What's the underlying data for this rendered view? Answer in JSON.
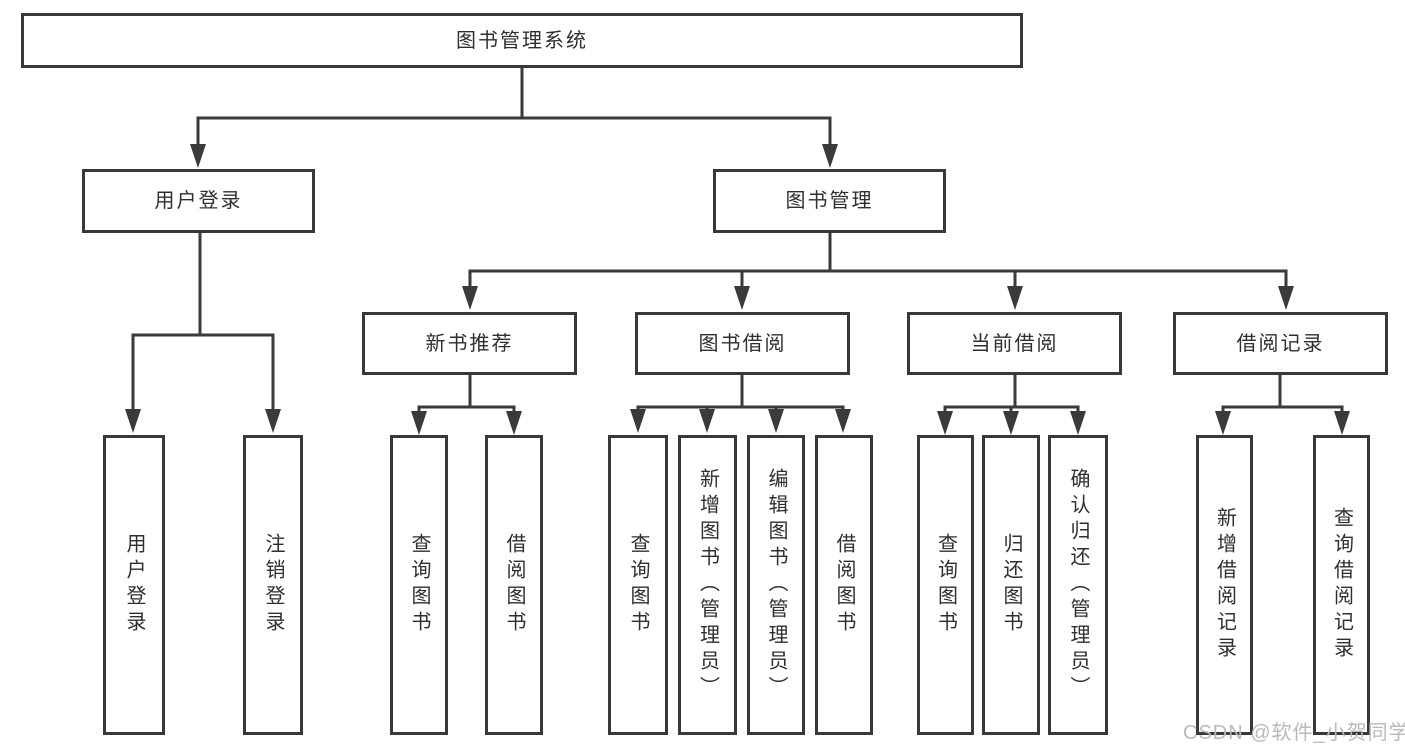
{
  "tree": {
    "root": "图书管理系统",
    "level2": [
      {
        "label": "用户登录",
        "leaves": [
          "用户登录",
          "注销登录"
        ]
      },
      {
        "label": "图书管理"
      }
    ],
    "level3": [
      {
        "label": "新书推荐",
        "leaves": [
          "查询图书",
          "借阅图书"
        ]
      },
      {
        "label": "图书借阅",
        "leaves": [
          "查询图书",
          "新增图书（管理员）",
          "编辑图书（管理员）",
          "借阅图书"
        ]
      },
      {
        "label": "当前借阅",
        "leaves": [
          "查询图书",
          "归还图书",
          "确认归还（管理员）"
        ]
      },
      {
        "label": "借阅记录",
        "leaves": [
          "新增借阅记录",
          "查询借阅记录"
        ]
      }
    ]
  },
  "watermark": "CSDN @软件_小贺同学",
  "colors": {
    "line": "#3a3a3a",
    "box_border": "#383838",
    "text": "#2f2f2f",
    "watermark": "#b9b9b9",
    "background": "#ffffff"
  }
}
